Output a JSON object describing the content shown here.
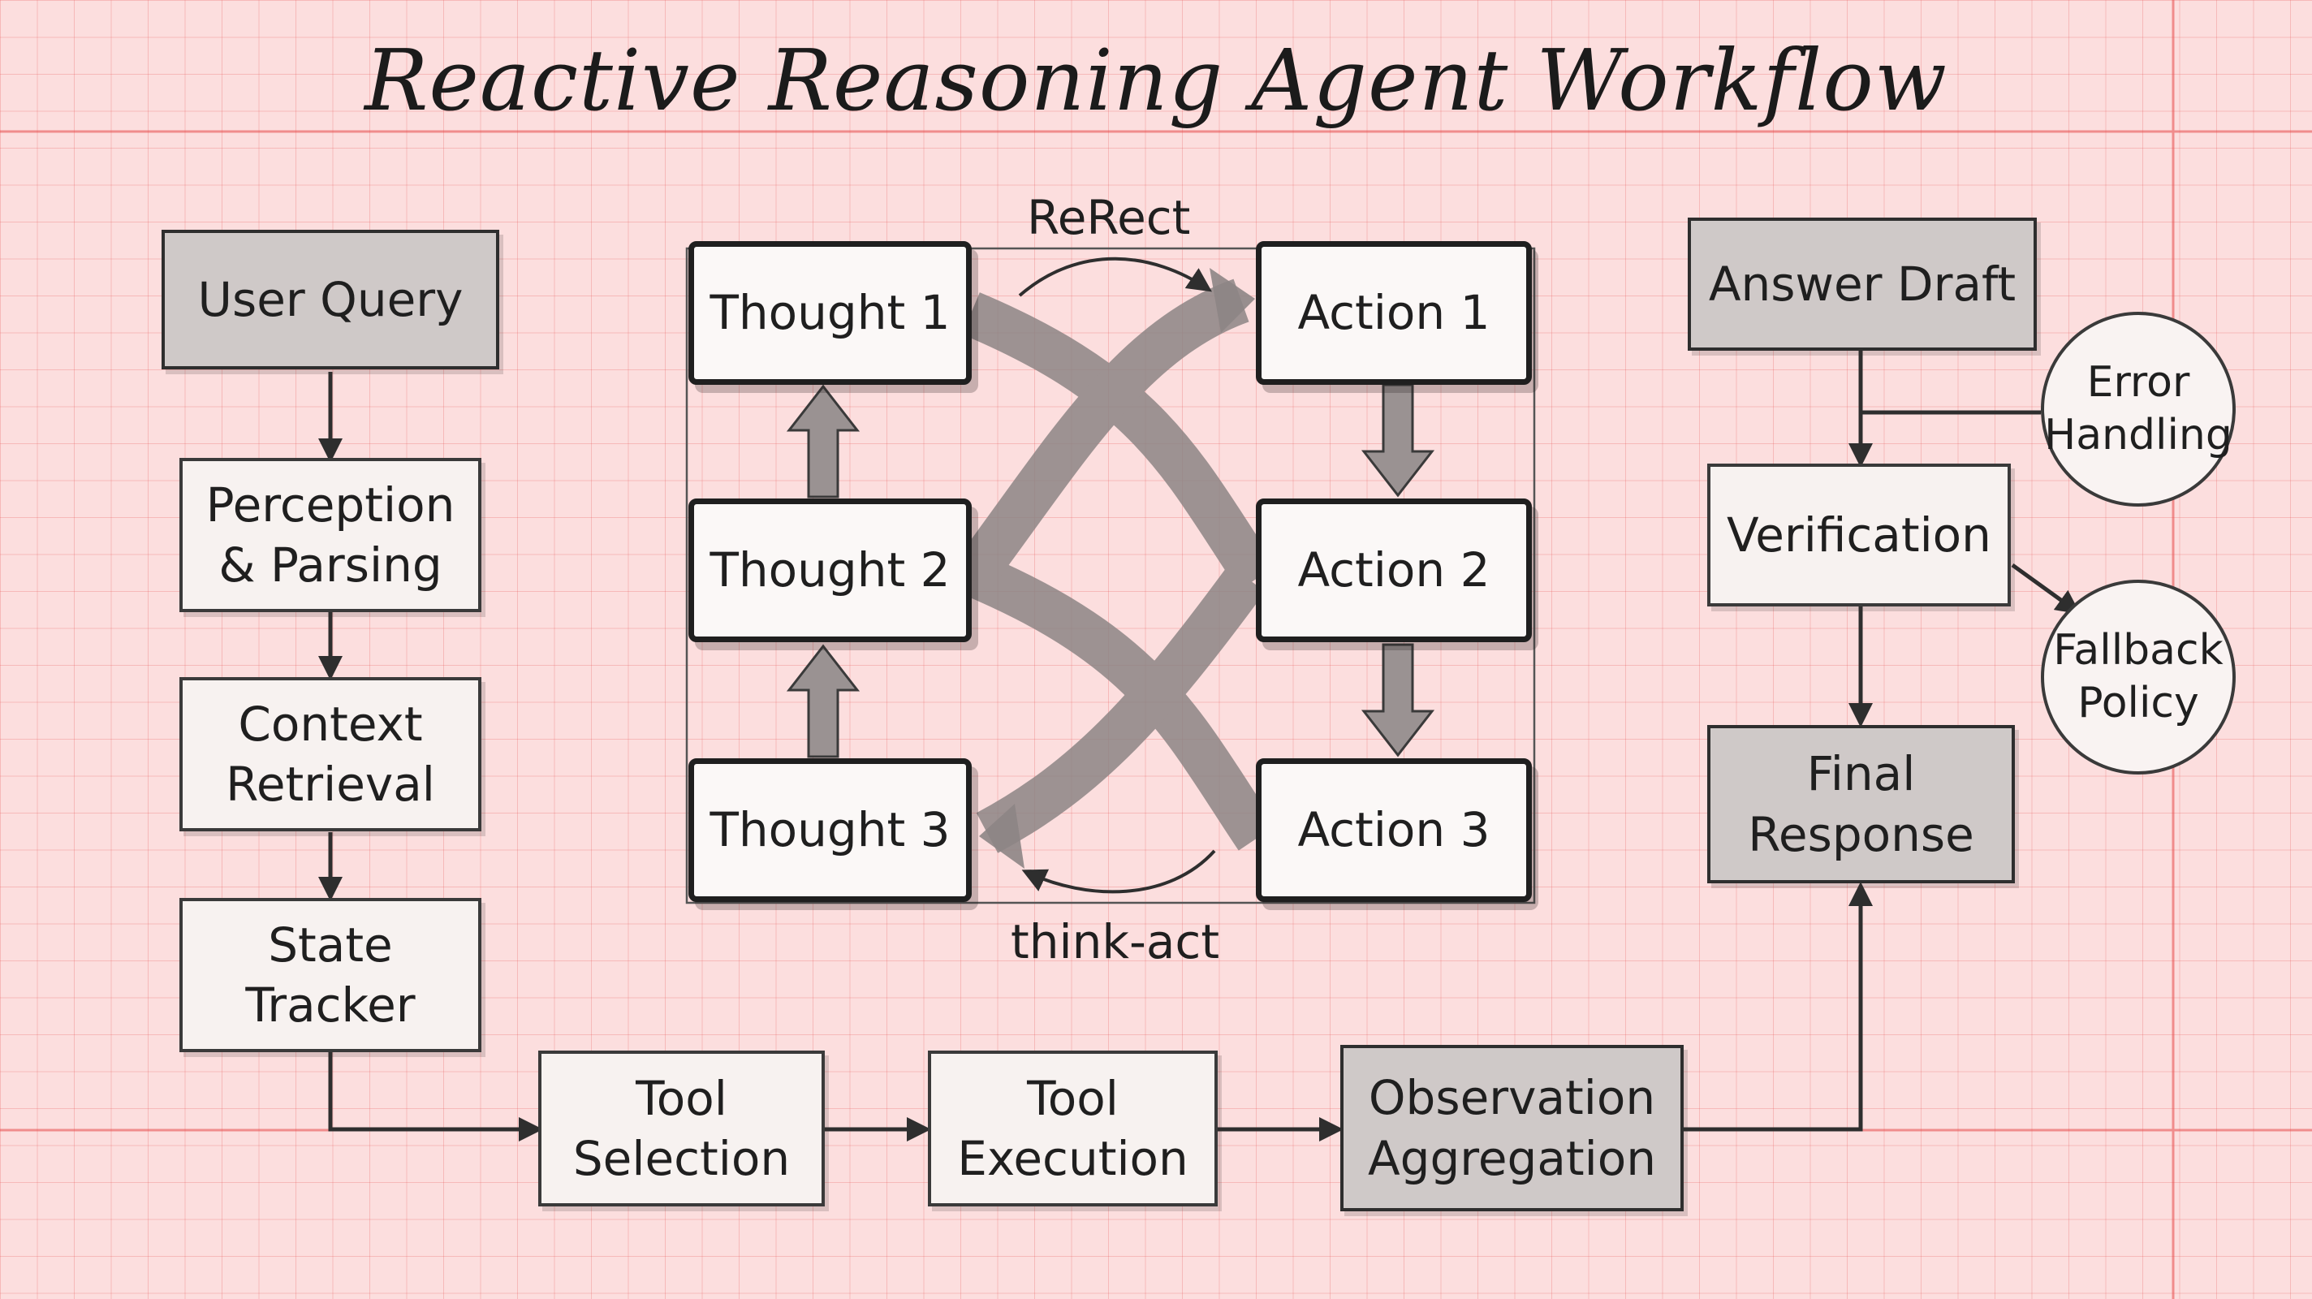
{
  "title": "Reactive Reasoning Agent Workflow",
  "left_column": {
    "user_query": "User Query",
    "perception": "Perception\n& Parsing",
    "context": "Context\nRetrieval",
    "state": "State\nTracker"
  },
  "bottom_row": {
    "tool_selection": "Tool\nSelection",
    "tool_execution": "Tool\nExecution",
    "observation": "Observation\nAggregation"
  },
  "loop": {
    "thoughts": [
      "Thought 1",
      "Thought 2",
      "Thought 3"
    ],
    "actions": [
      "Action 1",
      "Action 2",
      "Action 3"
    ],
    "top_label": "ReRect",
    "bottom_label": "think-act"
  },
  "right_column": {
    "answer_draft": "Answer Draft",
    "verification": "Verification",
    "final_response": "Final\nResponse",
    "error_handling": "Error\nHandling",
    "fallback_policy": "Fallback\nPolicy"
  }
}
